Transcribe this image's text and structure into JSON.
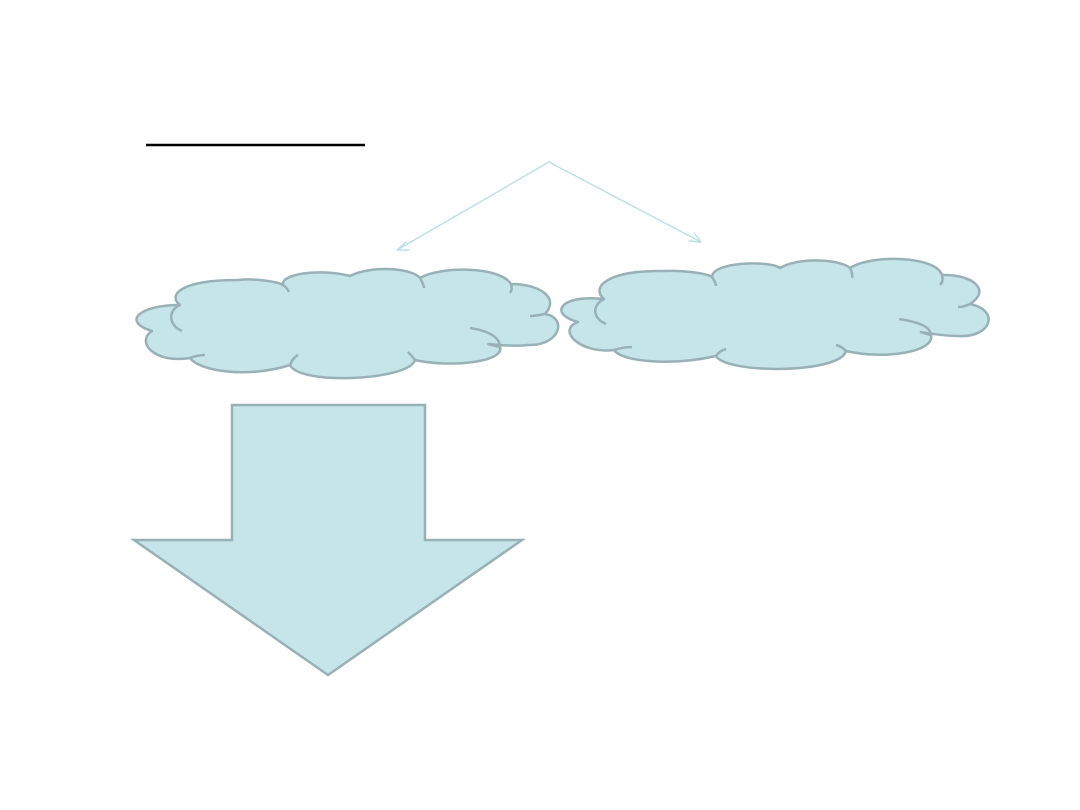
{
  "slide": {
    "title_underline_present": true
  },
  "colors": {
    "shape_fill": "#c6e5e9",
    "shape_stroke": "#98b1b6",
    "connector": "#b9dfe4",
    "underline": "#000000",
    "background": "#ffffff"
  },
  "shapes": {
    "left_cloud": {
      "kind": "cloud",
      "text": ""
    },
    "right_cloud": {
      "kind": "cloud",
      "text": ""
    },
    "down_arrow": {
      "kind": "block-arrow-down",
      "text": ""
    },
    "connectors": {
      "kind": "branching-arrows",
      "count": 2
    }
  }
}
